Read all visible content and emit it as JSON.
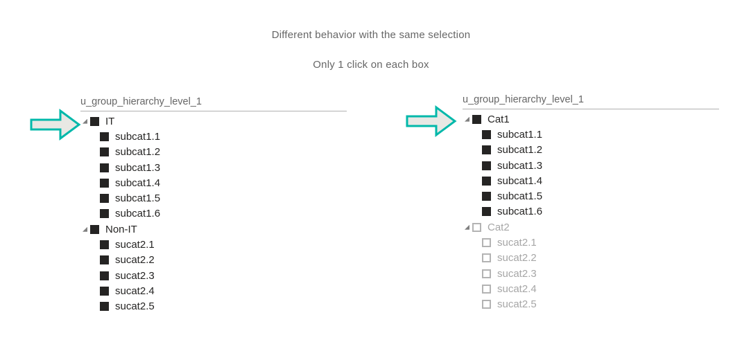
{
  "page": {
    "heading_line1": "Different behavior with the same selection",
    "heading_line2": "Only 1 click on each box"
  },
  "colors": {
    "accent_teal": "#01B8AA",
    "arrow_fill": "#E8E8E4",
    "checked_box": "#252423",
    "checked_text": "#252423",
    "unchecked_box_border": "#B3B3B3",
    "unchecked_text": "#A6A6A6",
    "header_text": "#666666",
    "header_underline": "#B0B0B0",
    "caret_gray": "#808080"
  },
  "slicers": [
    {
      "header": "u_group_hierarchy_level_1",
      "items": [
        {
          "label": "IT",
          "level": 0,
          "checked": true,
          "expanded": true
        },
        {
          "label": "subcat1.1",
          "level": 1,
          "checked": true
        },
        {
          "label": "subcat1.2",
          "level": 1,
          "checked": true
        },
        {
          "label": "subcat1.3",
          "level": 1,
          "checked": true
        },
        {
          "label": "subcat1.4",
          "level": 1,
          "checked": true
        },
        {
          "label": "subcat1.5",
          "level": 1,
          "checked": true
        },
        {
          "label": "subcat1.6",
          "level": 1,
          "checked": true
        },
        {
          "label": "Non-IT",
          "level": 0,
          "checked": true,
          "expanded": true
        },
        {
          "label": "sucat2.1",
          "level": 1,
          "checked": true
        },
        {
          "label": "sucat2.2",
          "level": 1,
          "checked": true
        },
        {
          "label": "sucat2.3",
          "level": 1,
          "checked": true
        },
        {
          "label": "sucat2.4",
          "level": 1,
          "checked": true
        },
        {
          "label": "sucat2.5",
          "level": 1,
          "checked": true
        }
      ]
    },
    {
      "header": "u_group_hierarchy_level_1",
      "items": [
        {
          "label": "Cat1",
          "level": 0,
          "checked": true,
          "expanded": true
        },
        {
          "label": "subcat1.1",
          "level": 1,
          "checked": true
        },
        {
          "label": "subcat1.2",
          "level": 1,
          "checked": true
        },
        {
          "label": "subcat1.3",
          "level": 1,
          "checked": true
        },
        {
          "label": "subcat1.4",
          "level": 1,
          "checked": true
        },
        {
          "label": "subcat1.5",
          "level": 1,
          "checked": true
        },
        {
          "label": "subcat1.6",
          "level": 1,
          "checked": true
        },
        {
          "label": "Cat2",
          "level": 0,
          "checked": false,
          "expanded": true
        },
        {
          "label": "sucat2.1",
          "level": 1,
          "checked": false
        },
        {
          "label": "sucat2.2",
          "level": 1,
          "checked": false
        },
        {
          "label": "sucat2.3",
          "level": 1,
          "checked": false
        },
        {
          "label": "sucat2.4",
          "level": 1,
          "checked": false
        },
        {
          "label": "sucat2.5",
          "level": 1,
          "checked": false
        }
      ]
    }
  ],
  "arrows": [
    {
      "name": "left-pointer-arrow"
    },
    {
      "name": "right-pointer-arrow"
    }
  ]
}
